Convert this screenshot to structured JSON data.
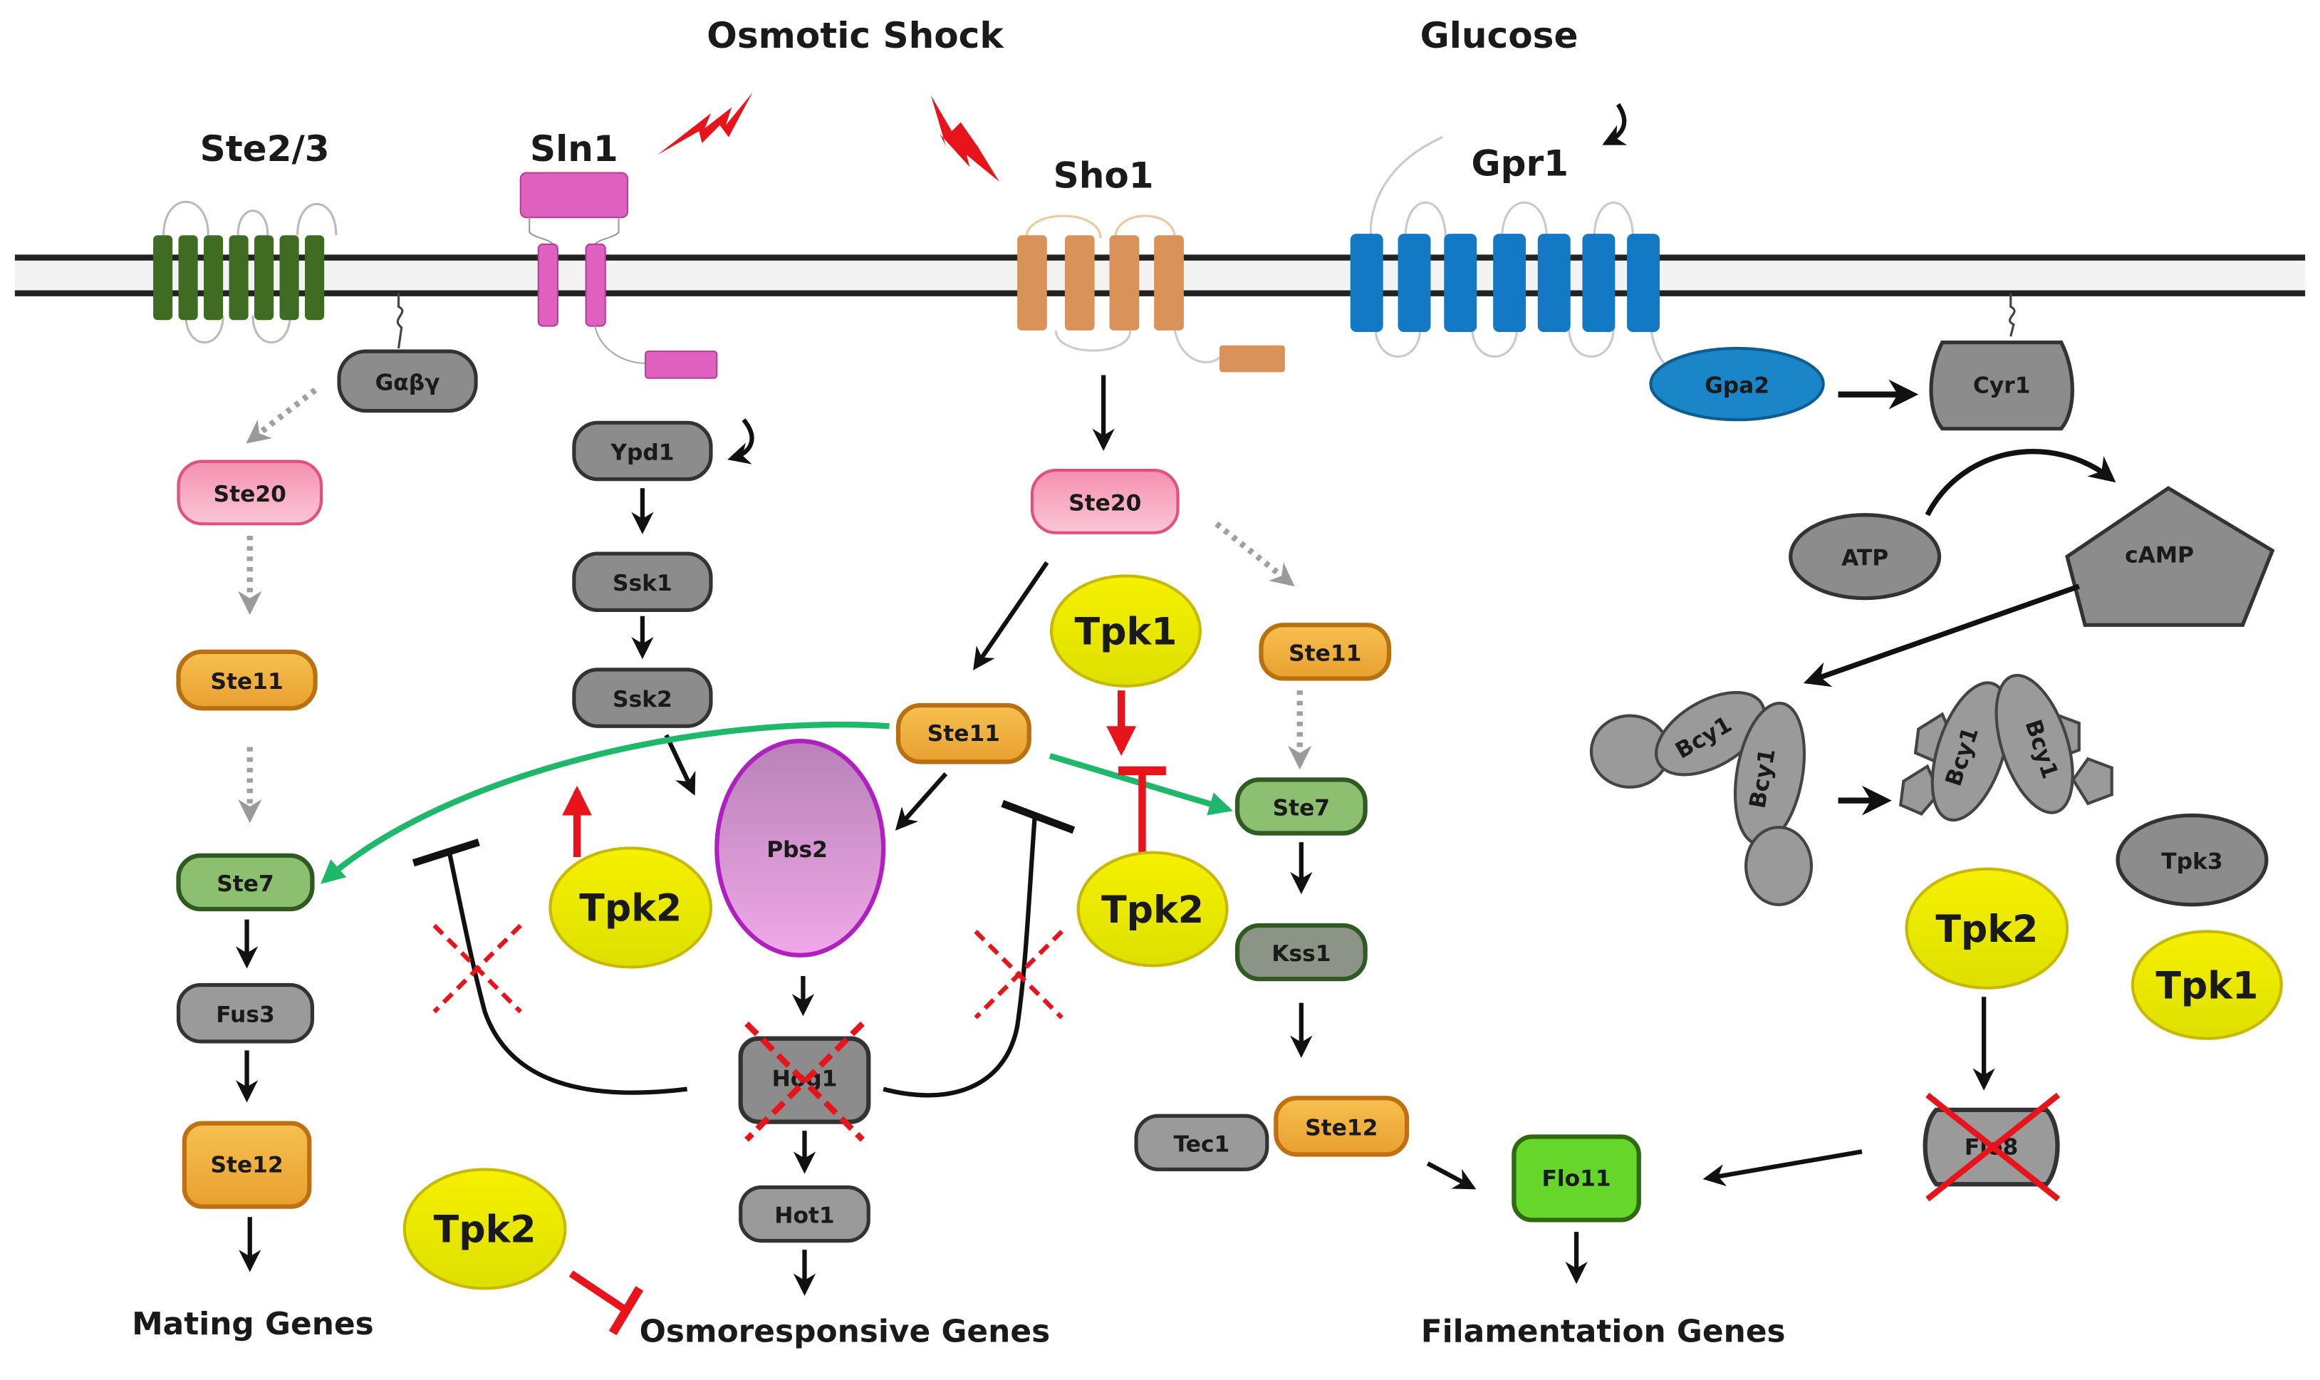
{
  "stimuli": {
    "osmotic_shock": "Osmotic Shock",
    "glucose": "Glucose"
  },
  "receptors": {
    "ste23": "Ste2/3",
    "sln1": "Sln1",
    "sho1": "Sho1",
    "gpr1": "Gpr1"
  },
  "mating_pathway": {
    "gabg": "Gαβγ",
    "ste20": "Ste20",
    "ste11": "Ste11",
    "ste7": "Ste7",
    "fus3": "Fus3",
    "ste12": "Ste12",
    "output": "Mating Genes"
  },
  "osmo_pathway": {
    "ypd1": "Ypd1",
    "ssk1": "Ssk1",
    "ssk2": "Ssk2",
    "ste20": "Ste20",
    "ste11": "Ste11",
    "pbs2": "Pbs2",
    "hog1": "Hog1",
    "hot1": "Hot1",
    "output": "Osmoresponsive Genes"
  },
  "filament_pathway": {
    "ste11": "Ste11",
    "ste7": "Ste7",
    "kss1": "Kss1",
    "tec1": "Tec1",
    "ste12": "Ste12",
    "flo11": "Flo11",
    "output": "Filamentation Genes"
  },
  "camp_pathway": {
    "gpa2": "Gpa2",
    "cyr1": "Cyr1",
    "atp": "ATP",
    "camp": "cAMP",
    "bcy1": "Bcy1",
    "tpk3": "Tpk3",
    "flo8": "Flo8"
  },
  "kinases": {
    "tpk1": "Tpk1",
    "tpk2": "Tpk2"
  },
  "colors": {
    "membrane": "#222222",
    "ste23": "#3f6b22",
    "sln1": "#e060c0",
    "sho1": "#d9925a",
    "gpr1": "#1479c4",
    "gpa2": "#1a86c8",
    "ste20": "#f7a0b8",
    "ste11": "#f0b040",
    "ste7": "#8dbf70",
    "grey_node": "#8c8c8c",
    "tpk": "#f2ee10",
    "pbs2": "#cc88cc",
    "flo11": "#66d62a",
    "activation_green": "#1db86a",
    "inhibition_red": "#e8141c"
  }
}
